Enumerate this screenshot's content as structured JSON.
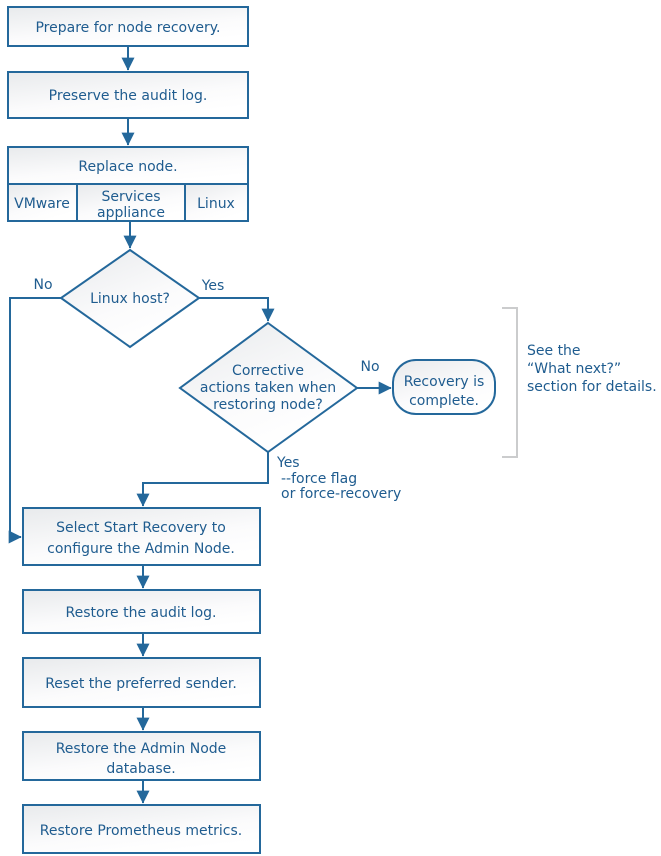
{
  "diagram": {
    "title_hint": "Admin Node recovery flowchart",
    "nodes": {
      "prepare": "Prepare for node recovery.",
      "preserve": "Preserve the audit log.",
      "replace": "Replace node.",
      "replace_options": {
        "vmware": "VMware",
        "services": [
          "Services",
          "appliance"
        ],
        "linux": "Linux"
      },
      "linux_host": "Linux host?",
      "corrective": [
        "Corrective",
        "actions taken when",
        "restoring node?"
      ],
      "recovery_complete": [
        "Recovery is",
        "complete."
      ],
      "select_start": [
        "Select Start Recovery to",
        "configure the Admin Node."
      ],
      "restore_audit": "Restore the audit log.",
      "reset_sender": "Reset the preferred sender.",
      "restore_db": [
        "Restore the Admin Node",
        "database."
      ],
      "restore_prometheus": "Restore Prometheus metrics."
    },
    "edge_labels": {
      "linux_host_no": "No",
      "linux_host_yes": "Yes",
      "corrective_no": "No",
      "corrective_yes": "Yes",
      "force_flag": "--force flag",
      "force_recovery": "or force-recovery"
    },
    "annotation": [
      "See the",
      "“What next?”",
      "section for details."
    ],
    "colors": {
      "line": "#24689b",
      "text": "#1f5c8f",
      "bracket": "#cbcccd",
      "fill_top": "#e8eaec",
      "fill_bottom": "#ffffff"
    }
  }
}
